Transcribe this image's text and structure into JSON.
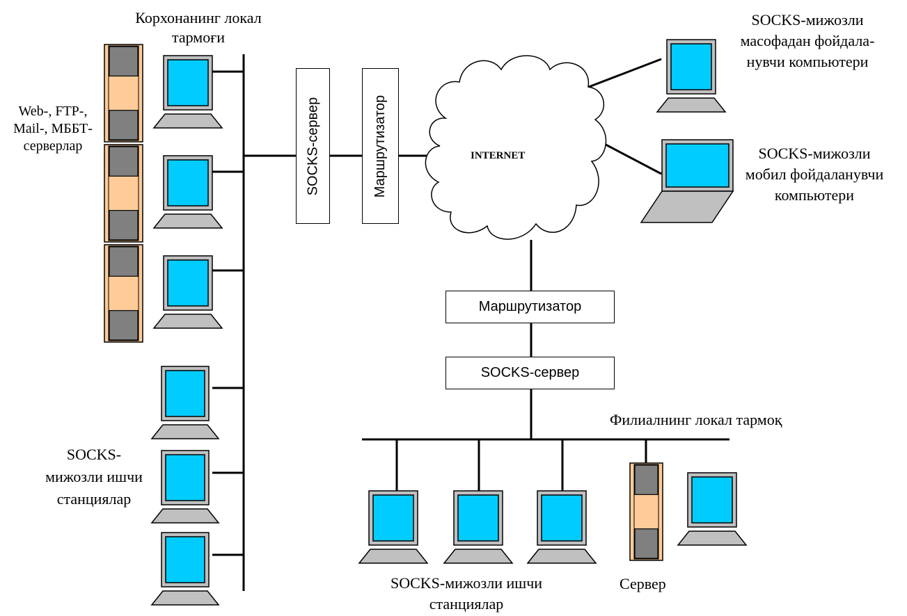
{
  "labels": {
    "hq_lan": [
      "Корхонанинг локал",
      "тармоғи"
    ],
    "servers": [
      "Web-, FTP-,",
      "Mail-, МББТ-",
      "серверлар"
    ],
    "socks_ws_left": [
      "SOCKS-",
      "мижозли ишчи",
      "станциялар"
    ],
    "remote_client": [
      "SOCKS-мижозли",
      "масофадан фойдала-",
      "нувчи компьютери"
    ],
    "mobile_client": [
      "SOCKS-мижозли",
      "мобил фойдаланувчи",
      "компьютери"
    ],
    "branch_lan": "Филиалнинг локал тармоқ",
    "socks_ws_bottom": [
      "SOCKS-мижозли ишчи",
      "станциялар"
    ],
    "server_bottom": "Сервер"
  },
  "boxes": {
    "socks_server_top": "SOCKS-сервер",
    "router_top": "Маршрутизатор",
    "router_bottom": "Маршрутизатор",
    "socks_server_bottom": "SOCKS-сервер"
  },
  "cloud_label": "INTERNET",
  "colors": {
    "screen": "#00ccff",
    "case": "#c0c0c0",
    "server_dark": "#808080",
    "server_light": "#ffcc99"
  }
}
